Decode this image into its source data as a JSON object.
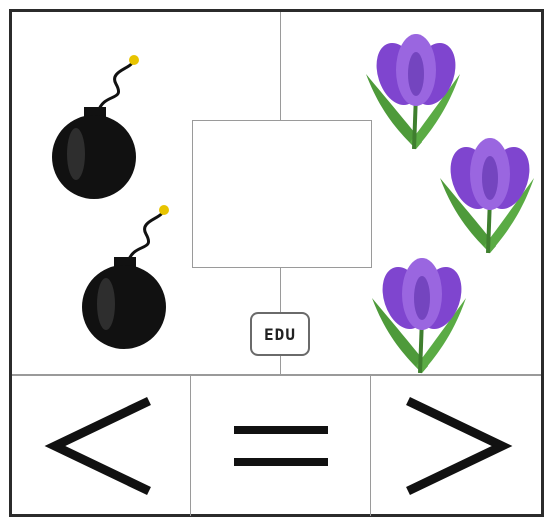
{
  "left_group": {
    "item": "bomb-icon",
    "count": 2
  },
  "right_group": {
    "item": "crocus-flower-icon",
    "count": 3
  },
  "badge": {
    "text": "EDU"
  },
  "choices": [
    {
      "symbol": "less-than-sign",
      "meaning": "<"
    },
    {
      "symbol": "equals-sign",
      "meaning": "="
    },
    {
      "symbol": "greater-than-sign",
      "meaning": ">"
    }
  ],
  "colors": {
    "bomb": "#111111",
    "flower_petal": "#8a52d6",
    "flower_petal_dark": "#5b2ea8",
    "leaf": "#4e9a3a",
    "border": "#2b2b2b",
    "divider": "#9a9a9a"
  }
}
